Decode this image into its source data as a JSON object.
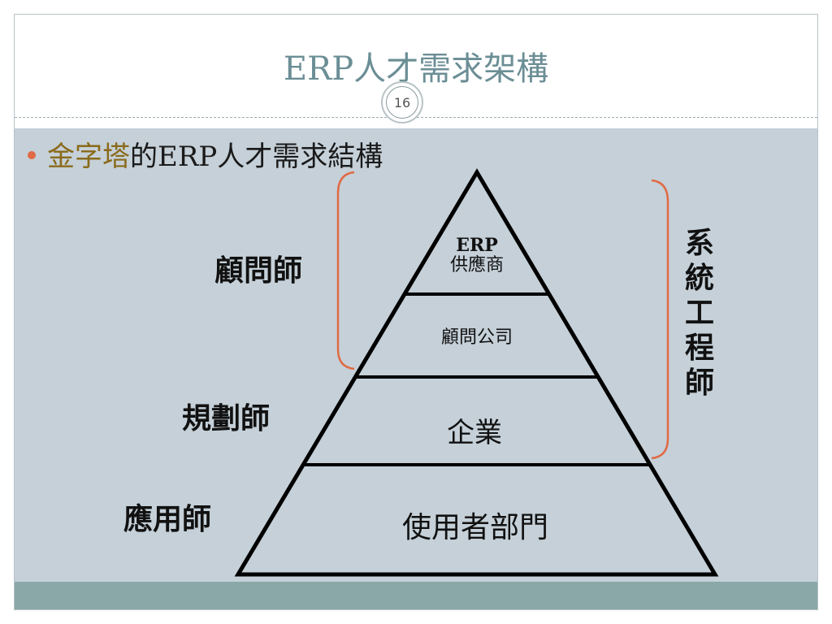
{
  "slide": {
    "title": "ERP人才需求架構",
    "page_number": "16"
  },
  "bullet": {
    "accent_text": "金字塔",
    "text": "的ERP人才需求結構"
  },
  "pyramid": {
    "tiers": [
      {
        "line1": "ERP",
        "line2": "供應商"
      },
      {
        "label": "顧問公司"
      },
      {
        "label": "企業"
      },
      {
        "label": "使用者部門"
      }
    ]
  },
  "roles": {
    "consultant": "顧問師",
    "planner": "規劃師",
    "application": "應用師",
    "system_engineer": "系統工程師"
  },
  "colors": {
    "title": "#6b8e95",
    "accent": "#8a6a1a",
    "bracket": "#e06a45",
    "content_bg": "#c5d0d8",
    "footer_bar": "#8aa8a8"
  }
}
